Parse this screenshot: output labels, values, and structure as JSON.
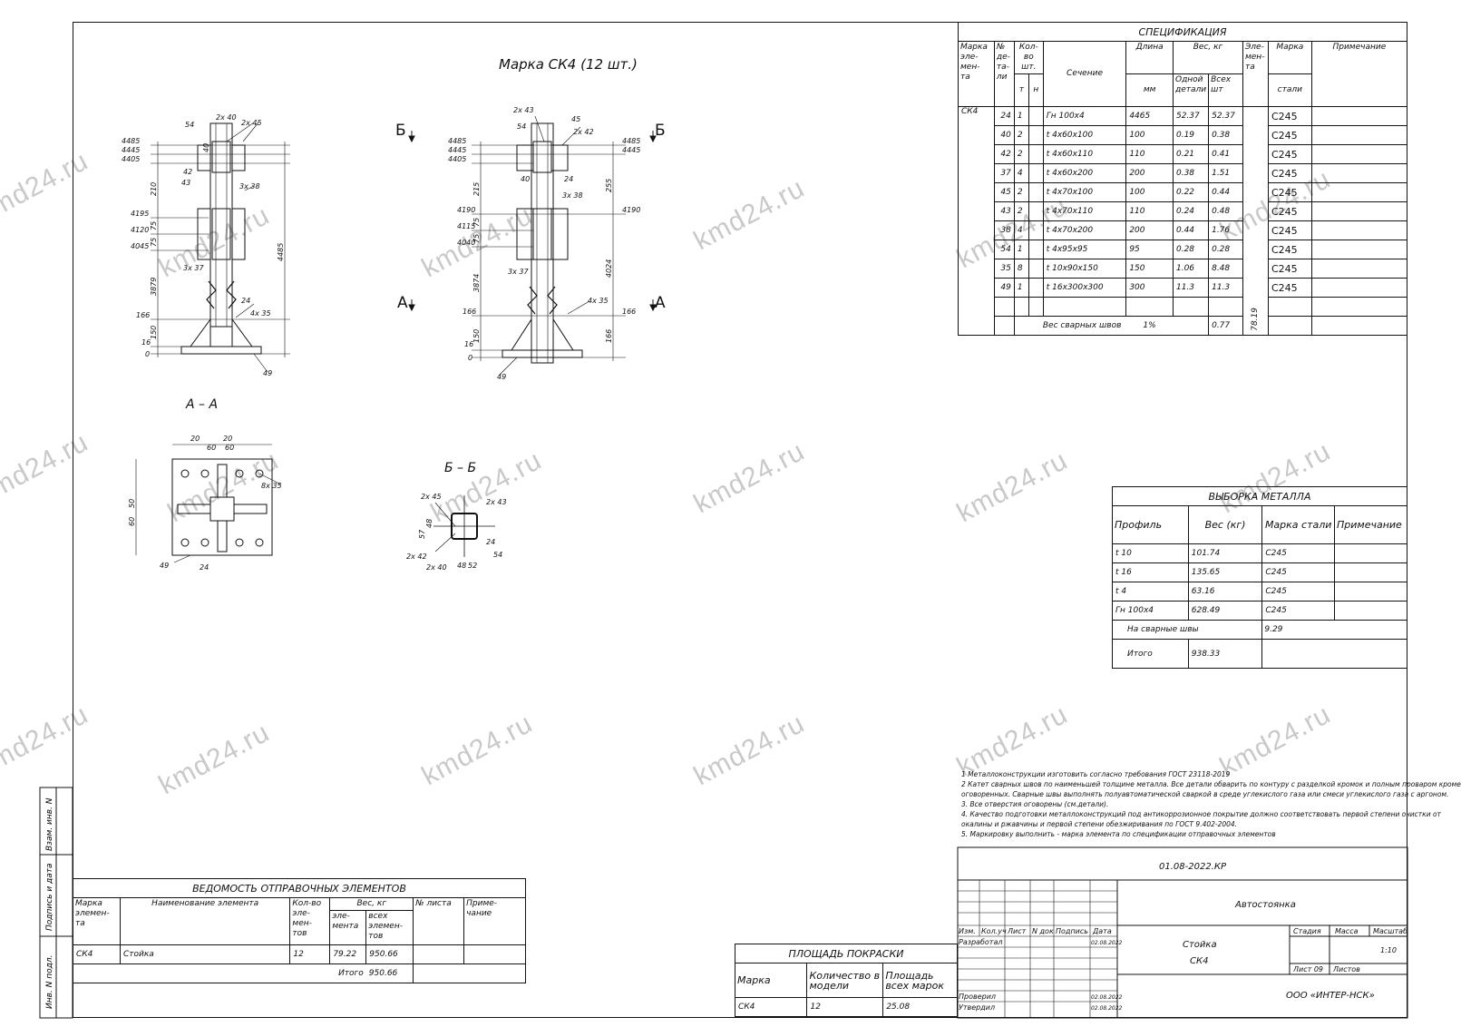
{
  "drawing_title": "Марка СК4 (12 шт.)",
  "section_labels": {
    "aa": "А – А",
    "bb": "Б – Б",
    "a": "А",
    "b": "Б"
  },
  "watermark": "kmd24.ru",
  "elevation1": {
    "levels": [
      "4485",
      "4445",
      "4405",
      "4195",
      "4120",
      "4045",
      "166",
      "16",
      "0"
    ],
    "dims": [
      "210",
      "75",
      "75",
      "3879",
      "150",
      "16",
      "4485",
      "40",
      "40"
    ],
    "callouts": [
      "54",
      "2x 40",
      "2x 45",
      "42",
      "43",
      "3x 38",
      "3x 37",
      "24",
      "4x 35",
      "49"
    ]
  },
  "elevation2": {
    "levels": [
      "4485",
      "4445",
      "4405",
      "4190",
      "4115",
      "4040",
      "166",
      "16",
      "0"
    ],
    "right_levels": [
      "4485",
      "4445",
      "4190",
      "166"
    ],
    "dims": [
      "215",
      "75",
      "75",
      "3874",
      "150",
      "16",
      "255",
      "4024",
      "166",
      "40"
    ],
    "callouts": [
      "2x 43",
      "54",
      "45",
      "2x 42",
      "40",
      "24",
      "3x 38",
      "3x 37",
      "4x 35",
      "49"
    ]
  },
  "section_aa": {
    "dims": [
      "20",
      "60",
      "20",
      "60",
      "50",
      "60",
      "20",
      "50",
      "20"
    ],
    "callouts": [
      "8x 35",
      "49",
      "24"
    ]
  },
  "section_bb": {
    "dims": [
      "57",
      "48",
      "48",
      "52"
    ],
    "callouts": [
      "2x 45",
      "2x 43",
      "2x 42",
      "2x 40",
      "24",
      "54"
    ]
  },
  "spec": {
    "title": "СПЕЦИФИКАЦИЯ",
    "headers": {
      "mark": "Марка эле- мен- та",
      "num": "№ де- та- ли",
      "qty": "Кол-во шт.",
      "t": "т",
      "n": "н",
      "section": "Сечение",
      "length": "Длина",
      "mm": "мм",
      "weight": "Вес, кг",
      "one": "Одной детали",
      "all": "Всех шт",
      "elem": "Эле- мен- та",
      "steel": "Марка",
      "steel2": "стали",
      "note": "Примечание"
    },
    "element": "СК4",
    "element_weight": "78.19",
    "rows": [
      {
        "num": "24",
        "qty": "1",
        "section": "Гн   100x4",
        "length": "4465",
        "one": "52.37",
        "all": "52.37",
        "steel": "С245"
      },
      {
        "num": "40",
        "qty": "2",
        "section": "t  4x60x100",
        "length": "100",
        "one": "0.19",
        "all": "0.38",
        "steel": "С245"
      },
      {
        "num": "42",
        "qty": "2",
        "section": "t  4x60x110",
        "length": "110",
        "one": "0.21",
        "all": "0.41",
        "steel": "С245"
      },
      {
        "num": "37",
        "qty": "4",
        "section": "t  4x60x200",
        "length": "200",
        "one": "0.38",
        "all": "1.51",
        "steel": "С245"
      },
      {
        "num": "45",
        "qty": "2",
        "section": "t  4x70x100",
        "length": "100",
        "one": "0.22",
        "all": "0.44",
        "steel": "С245"
      },
      {
        "num": "43",
        "qty": "2",
        "section": "t  4x70x110",
        "length": "110",
        "one": "0.24",
        "all": "0.48",
        "steel": "С245"
      },
      {
        "num": "38",
        "qty": "4",
        "section": "t  4x70x200",
        "length": "200",
        "one": "0.44",
        "all": "1.76",
        "steel": "С245"
      },
      {
        "num": "54",
        "qty": "1",
        "section": "t  4x95x95",
        "length": "95",
        "one": "0.28",
        "all": "0.28",
        "steel": "С245"
      },
      {
        "num": "35",
        "qty": "8",
        "section": "t  10x90x150",
        "length": "150",
        "one": "1.06",
        "all": "8.48",
        "steel": "С245"
      },
      {
        "num": "49",
        "qty": "1",
        "section": "t  16x300x300",
        "length": "300",
        "one": "11.3",
        "all": "11.3",
        "steel": "С245"
      }
    ],
    "weld_label": "Вес сварных швов",
    "weld_pct": "1%",
    "weld_value": "0.77"
  },
  "metal": {
    "title": "ВЫБОРКА МЕТАЛЛА",
    "headers": {
      "profile": "Профиль",
      "weight": "Вес (кг)",
      "steel": "Марка стали",
      "note": "Примечание"
    },
    "rows": [
      {
        "profile": "t  10",
        "weight": "101.74",
        "steel": "С245"
      },
      {
        "profile": "t  16",
        "weight": "135.65",
        "steel": "С245"
      },
      {
        "profile": "t  4",
        "weight": "63.16",
        "steel": "С245"
      },
      {
        "profile": "Гн   100x4",
        "weight": "628.49",
        "steel": "С245"
      }
    ],
    "weld_label": "На сварные швы",
    "weld_value": "9.29",
    "total_label": "Итого",
    "total_value": "938.33"
  },
  "notes": [
    "1  Металлоконструкции изготовить согласно требования ГОСТ 23118-2019",
    "2  Катет сварных швов по наименьшей толщине металла. Все детали обварить по контуру с разделкой кромок и полным проваром кроме",
    "оговоренных. Сварные швы выполнять полуавтоматической сваркой в среде углекислого газа или смеси углекислого газа с аргоном.",
    "3. Все отверстия оговорены (см.детали).",
    "4. Качество подготовки металлоконструкций под антикоррозионное покрытие должно соответствовать первой степени очистки от",
    "окалины и   ржавчины и первой степени обезжиривания по ГОСТ 9.402-2004.",
    "5. Маркировку выполнить - марка элемента по спецификации отправочных элементов"
  ],
  "vedomost": {
    "title": "ВЕДОМОСТЬ ОТПРАВОЧНЫХ ЭЛЕМЕНТОВ",
    "headers": {
      "mark": "Марка элемен- та",
      "name": "Наименование элемента",
      "qty": "Кол-во эле- мен- тов",
      "weight": "Вес, кг",
      "one": "эле- мента",
      "all": "всех элемен- тов",
      "sheet": "№ листа",
      "note": "Приме- чание"
    },
    "row": {
      "mark": "СК4",
      "name": "Стойка",
      "qty": "12",
      "one": "79.22",
      "all": "950.66"
    },
    "total_label": "Итого",
    "total_value": "950.66"
  },
  "paint": {
    "title": "ПЛОЩАДЬ ПОКРАСКИ",
    "headers": {
      "mark": "Марка",
      "count": "Количество в модели",
      "area": "Площадь всех марок"
    },
    "row": {
      "mark": "СК4",
      "count": "12",
      "area": "25.08"
    }
  },
  "stamp": {
    "code": "01.08-2022.КР",
    "project": "Автостоянка",
    "name1": "Стойка",
    "name2": "СК4",
    "col_headers": [
      "Изм.",
      "Кол.уч",
      "Лист",
      "N док",
      "Подпись",
      "Дата"
    ],
    "roles": {
      "dev": "Разработал",
      "check": "Проверил",
      "approve": "Утвердил"
    },
    "date": "02.08.2022",
    "stage": "Стадия",
    "mass": "Масса",
    "scale": "Масштаб",
    "scale_value": "1:10",
    "sheet": "Лист 09",
    "sheets": "Листов",
    "company": "ООО «ИНТЕР-НСК»"
  },
  "left_margin": [
    "Взам. инв. N",
    "Подпись и дата",
    "Инв. N подл."
  ]
}
